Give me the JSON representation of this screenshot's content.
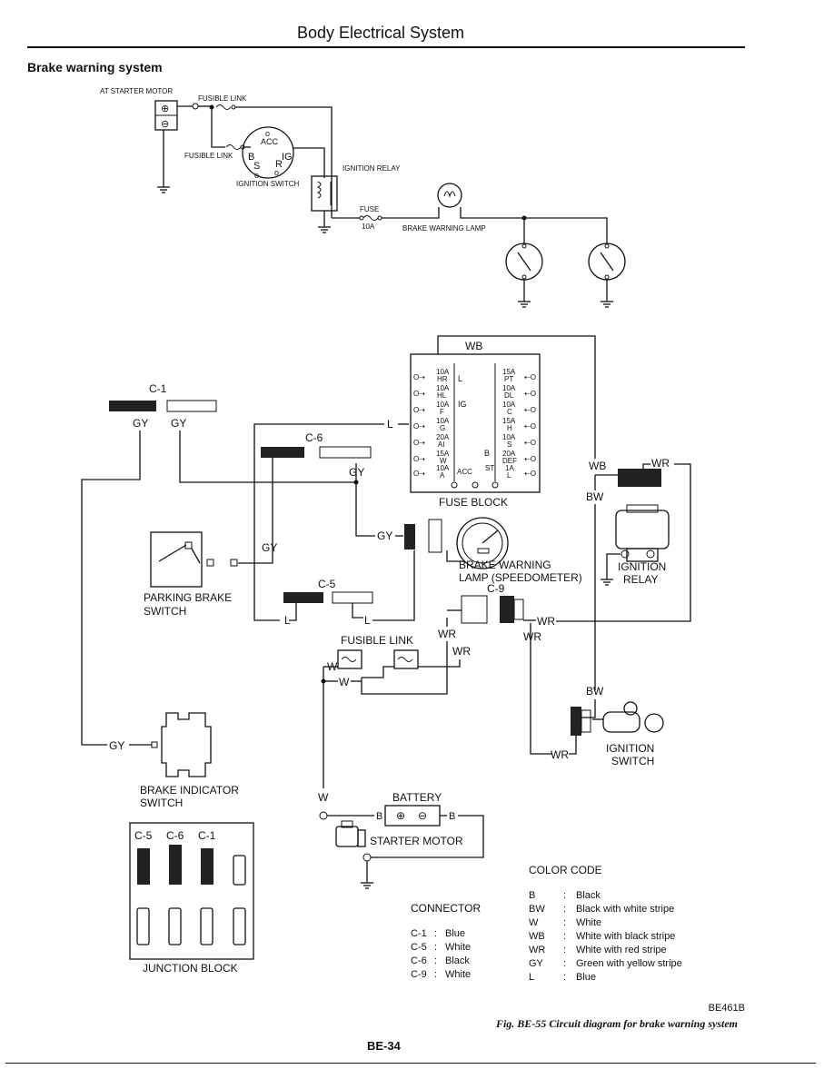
{
  "header": {
    "title": "Body Electrical System"
  },
  "section": {
    "title": "Brake warning system"
  },
  "top_diagram": {
    "at_starter_motor": "AT STARTER MOTOR",
    "fusible_link_top": "FUSIBLE LINK",
    "fusible_link_left": "FUSIBLE LINK",
    "acc": "ACC",
    "b": "B",
    "ig": "IG",
    "s": "S",
    "r": "R",
    "ignition_switch": "IGNITION SWITCH",
    "ignition_relay": "IGNITION RELAY",
    "fuse": "FUSE",
    "fuse_rating": "10A",
    "brake_warning_lamp": "BRAKE WARNING LAMP"
  },
  "bottom_diagram": {
    "wb_top": "WB",
    "c1": "C-1",
    "gy_1": "GY",
    "gy_2": "GY",
    "c6": "C-6",
    "gy_c6": "GY",
    "l_fuse": "L",
    "fuse_block": "FUSE BLOCK",
    "fuse_left": [
      {
        "a": "10A",
        "n": "HR"
      },
      {
        "a": "10A",
        "n": "HL"
      },
      {
        "a": "10A",
        "n": "F"
      },
      {
        "a": "10A",
        "n": "G"
      },
      {
        "a": "20A",
        "n": "AI"
      },
      {
        "a": "15A",
        "n": "W"
      },
      {
        "a": "10A",
        "n": "A"
      }
    ],
    "fuse_right": [
      {
        "a": "15A",
        "n": "PT"
      },
      {
        "a": "10A",
        "n": "DL"
      },
      {
        "a": "10A",
        "n": "C"
      },
      {
        "a": "15A",
        "n": "H"
      },
      {
        "a": "10A",
        "n": "S"
      },
      {
        "a": "20A",
        "n": "DEF"
      },
      {
        "a": "1A",
        "n": "L"
      }
    ],
    "fuse_inner": {
      "l": "L",
      "ig": "IG",
      "b": "B",
      "acc": "ACC",
      "st": "ST"
    },
    "wb_mid": "WB",
    "wr_top": "WR",
    "bw_1": "BW",
    "ignition_relay_1": "IGNITION",
    "ignition_relay_2": "RELAY",
    "gy_mid": "GY",
    "gy_arrow": "GY",
    "brake_warning_lamp_1": "BRAKE WARNING",
    "brake_warning_lamp_2": "LAMP (SPEEDOMETER)",
    "parking_brake_1": "PARKING BRAKE",
    "parking_brake_2": "SWITCH",
    "c5": "C-5",
    "l_left": "L",
    "l_right": "L",
    "c9": "C-9",
    "wr_c9": "WR",
    "wr_left": "WR",
    "wr_right": "WR",
    "fusible_link": "FUSIBLE LINK",
    "wr_fl": "WR",
    "w_1": "W",
    "w_2": "W",
    "bw_2": "BW",
    "wr_ign": "WR",
    "ignition_switch_1": "IGNITION",
    "ignition_switch_2": "SWITCH",
    "gy_bottom": "GY",
    "brake_indicator_1": "BRAKE INDICATOR",
    "brake_indicator_2": "SWITCH",
    "w_batt": "W",
    "battery": "BATTERY",
    "b_left": "B",
    "b_right": "B",
    "starter_motor": "STARTER MOTOR",
    "junction_block": "JUNCTION BLOCK",
    "jb_c5": "C-5",
    "jb_c6": "C-6",
    "jb_c1": "C-1"
  },
  "connector": {
    "title": "CONNECTOR",
    "items": [
      {
        "code": "C-1",
        "color": "Blue"
      },
      {
        "code": "C-5",
        "color": "White"
      },
      {
        "code": "C-6",
        "color": "Black"
      },
      {
        "code": "C-9",
        "color": "White"
      }
    ]
  },
  "color_code": {
    "title": "COLOR CODE",
    "items": [
      {
        "code": "B",
        "name": "Black"
      },
      {
        "code": "BW",
        "name": "Black with white stripe"
      },
      {
        "code": "W",
        "name": "White"
      },
      {
        "code": "WB",
        "name": "White with black stripe"
      },
      {
        "code": "WR",
        "name": "White with red stripe"
      },
      {
        "code": "GY",
        "name": "Green with yellow stripe"
      },
      {
        "code": "L",
        "name": "Blue"
      }
    ]
  },
  "footer": {
    "ref": "BE461B",
    "caption": "Fig. BE-55  Circuit diagram for brake warning system",
    "page": "BE-34"
  }
}
